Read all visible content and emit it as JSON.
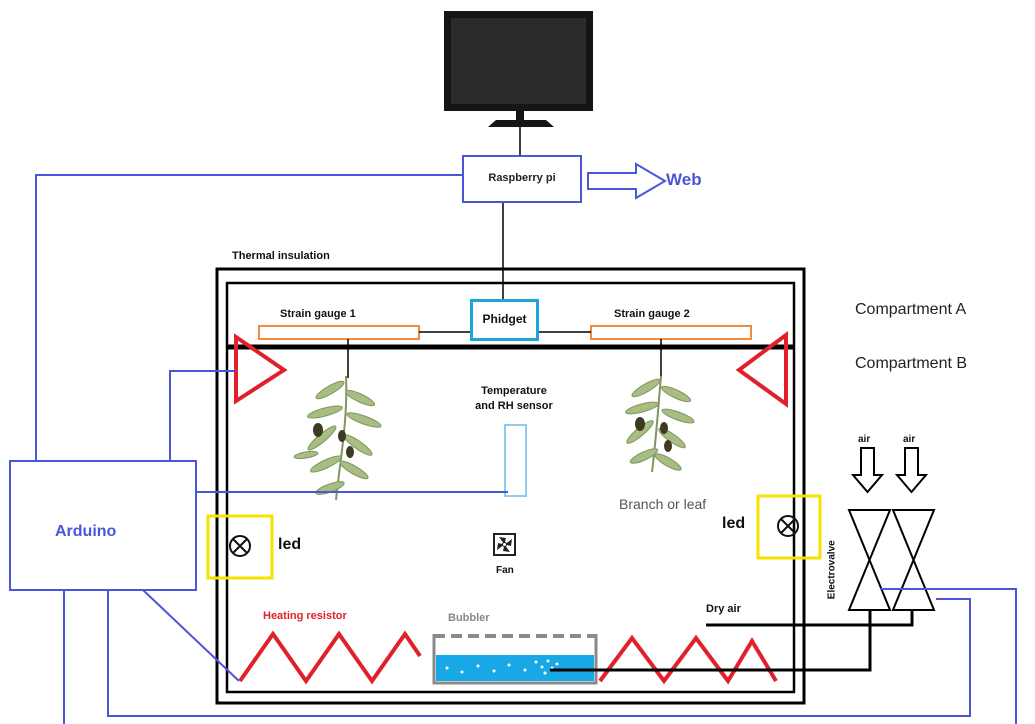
{
  "labels": {
    "raspberry_pi": "Raspberry pi",
    "web": "Web",
    "thermal_insulation": "Thermal insulation",
    "strain_gauge_1": "Strain gauge 1",
    "strain_gauge_2": "Strain gauge 2",
    "phidget": "Phidget",
    "compartment_a": "Compartment A",
    "compartment_b": "Compartment B",
    "temperature_line1": "Temperature",
    "temperature_line2": "and RH sensor",
    "arduino": "Arduino",
    "led_left": "led",
    "led_right": "led",
    "fan": "Fan",
    "branch_or_leaf": "Branch or leaf",
    "air_1": "air",
    "air_2": "air",
    "electrovalve": "Electrovalve",
    "dry_air": "Dry air",
    "heating_resistor": "Heating resistor",
    "bubbler": "Bubbler"
  },
  "colors": {
    "wire_blue": "#4a56d8",
    "heater_red": "#e0202a",
    "led_frame_yellow": "#f5e200",
    "phidget_cyan": "#1da3e0",
    "strain_orange": "#f08a3c",
    "water_blue": "#19a8e6",
    "sensor_lightblue": "#8ecbef",
    "leaf_green": "#8fa86a",
    "text_blue": "#4a56d8",
    "text_red": "#e0202a",
    "text_gray": "#888888"
  }
}
